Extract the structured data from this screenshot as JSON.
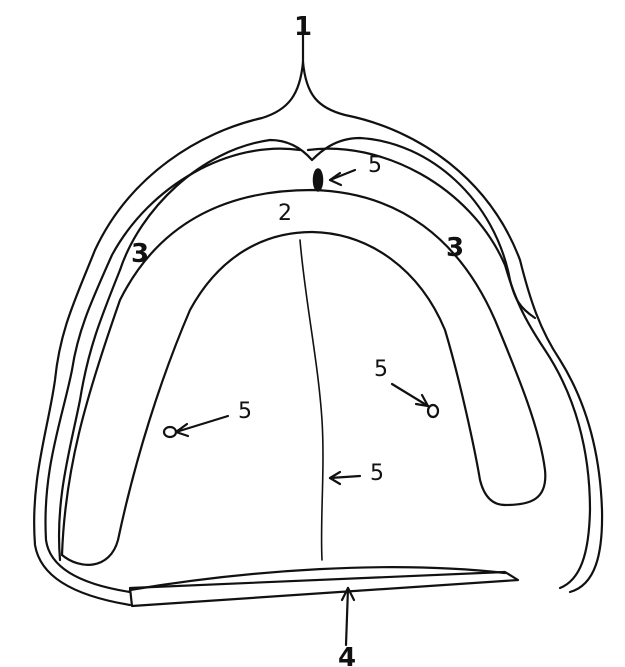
{
  "labels": {
    "l1": "1",
    "l2": "2",
    "l3_left": "3",
    "l3_right": "3",
    "l4": "4",
    "l5_notch": "5",
    "l5_left": "5",
    "l5_right": "5",
    "l5_center": "5"
  }
}
